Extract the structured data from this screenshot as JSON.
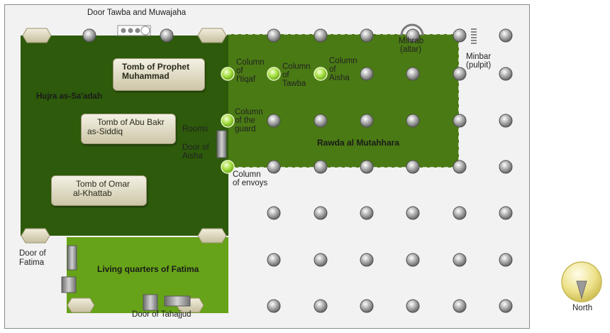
{
  "labels": {
    "door_tawba": "Door Tawba and Muwajaha",
    "hujra": "Hujra as-Sa'adah",
    "tomb_prophet": "Tomb of Prophet Muhammad",
    "tomb_abu_bakr_1": "Tomb of Abu Bakr",
    "tomb_abu_bakr_2": "as-Siddiq",
    "tomb_omar_1": "Tomb of Omar",
    "tomb_omar_2": "al-Khattab",
    "rooms": "Rooms",
    "door_aisha_1": "Door of",
    "door_aisha_2": "Aisha",
    "col_itiqaf_1": "Column",
    "col_itiqaf_2": "of",
    "col_itiqaf_3": "I'tiqaf",
    "col_tawba_1": "Column",
    "col_tawba_2": "of",
    "col_tawba_3": "Tawba",
    "col_aisha_1": "Column",
    "col_aisha_2": "of",
    "col_aisha_3": "Aisha",
    "col_guard_1": "Column",
    "col_guard_2": "of the",
    "col_guard_3": "guard",
    "col_envoys_1": "Column",
    "col_envoys_2": "of envoys",
    "mihrab_1": "Mihrab",
    "mihrab_2": "(altar)",
    "minbar_1": "Minbar",
    "minbar_2": "(pulpit)",
    "rawda": "Rawda al Mutahhara",
    "door_fatima_1": "Door of",
    "door_fatima_2": "Fatima",
    "fatima_quarters": "Living quarters of Fatima",
    "door_tahajjud": "Door of Tahajjud",
    "north": "North"
  },
  "colors": {
    "hujra_green": "#2e5a0c",
    "rawda_green": "#4b7a14",
    "fatima_green": "#68a418",
    "highlight_column": "#9ee03a",
    "column_grey": "#888888",
    "tomb_beige": "#d9d3b8",
    "north_yellow": "#f1e59a"
  },
  "icons": [
    "column-icon",
    "highlighted-column-icon",
    "mihrab-icon",
    "minbar-icon",
    "door-icon",
    "north-compass-icon"
  ]
}
